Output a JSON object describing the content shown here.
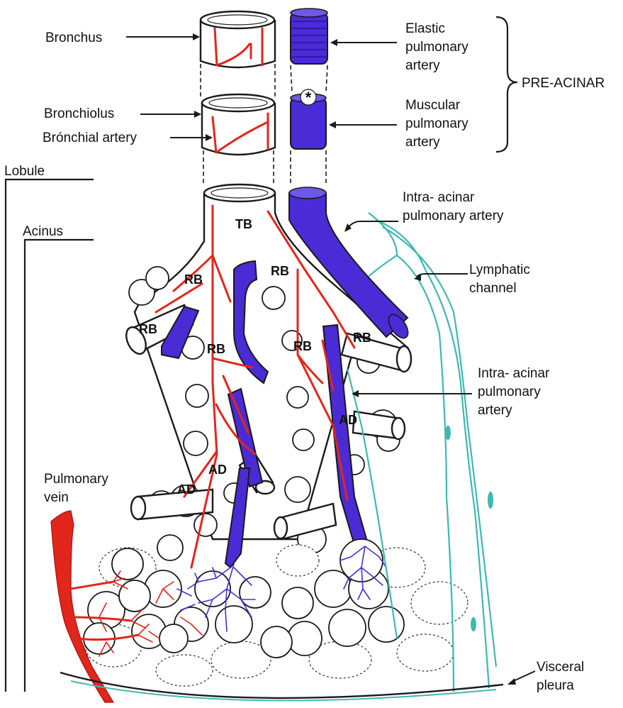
{
  "labels": {
    "bronchus": "Bronchus",
    "bronchiolus": "Bronchiolus",
    "bronchial_artery": "Brónchial artery",
    "lobule": "Lobule",
    "acinus": "Acinus",
    "elastic_artery": [
      "Elastic",
      "pulmonary",
      "artery"
    ],
    "muscular_artery": [
      "Muscular",
      "pulmonary",
      "artery"
    ],
    "pre_acinar": "PRE-ACINAR",
    "intra_acinar_top": [
      "Intra- acinar",
      "pulmonary artery"
    ],
    "lymphatic": [
      "Lymphatic",
      "channel"
    ],
    "intra_acinar_mid": [
      "Intra- acinar",
      "pulmonary",
      "artery"
    ],
    "pulmonary_vein": [
      "Pulmonary",
      "vein"
    ],
    "visceral_pleura": [
      "Visceral",
      "pleura"
    ],
    "asterisk": "*"
  },
  "branch_labels": {
    "tb": "TB",
    "rb": "RB",
    "ad": "AD"
  },
  "colors": {
    "pulmonary_artery": "#4a2bd6",
    "bronchial_artery": "#e1261c",
    "lymphatic": "#3fb8b0"
  }
}
